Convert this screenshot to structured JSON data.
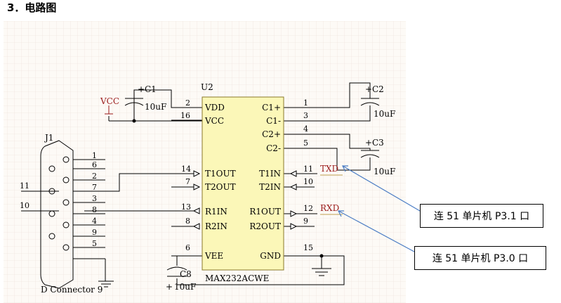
{
  "heading": "3．电路图",
  "chip": {
    "ref": "U2",
    "part": "MAX232ACWE",
    "left_pins": [
      {
        "num": "2",
        "name": "VDD"
      },
      {
        "num": "16",
        "name": "VCC"
      },
      {
        "num": "14",
        "name": "T1OUT"
      },
      {
        "num": "7",
        "name": "T2OUT"
      },
      {
        "num": "13",
        "name": "R1IN"
      },
      {
        "num": "8",
        "name": "R2IN"
      },
      {
        "num": "6",
        "name": "VEE"
      }
    ],
    "right_pins": [
      {
        "num": "1",
        "name": "C1+"
      },
      {
        "num": "3",
        "name": "C1-"
      },
      {
        "num": "4",
        "name": "C2+"
      },
      {
        "num": "5",
        "name": "C2-"
      },
      {
        "num": "11",
        "name": "T1IN"
      },
      {
        "num": "10",
        "name": "T2IN"
      },
      {
        "num": "12",
        "name": "R1OUT"
      },
      {
        "num": "9",
        "name": "R2OUT"
      },
      {
        "num": "15",
        "name": "GND"
      }
    ]
  },
  "capacitors": [
    {
      "ref": "C1",
      "value": "10uF"
    },
    {
      "ref": "C2",
      "value": "10uF"
    },
    {
      "ref": "C3",
      "value": "10uF"
    },
    {
      "ref": "C8",
      "value": "10uF"
    }
  ],
  "plus_sign": "+",
  "vcc_label": "VCC",
  "connector": {
    "ref": "J1",
    "name": "D Connector 9",
    "pins": [
      "1",
      "6",
      "2",
      "7",
      "3",
      "8",
      "4",
      "9",
      "5"
    ]
  },
  "nets": {
    "txd": "TXD",
    "rxd": "RXD",
    "line11": "11",
    "line10": "10"
  },
  "notes": {
    "note1": "连 51 单片机 P3.1 口",
    "note2": "连 51 单片机 P3.0 口"
  }
}
